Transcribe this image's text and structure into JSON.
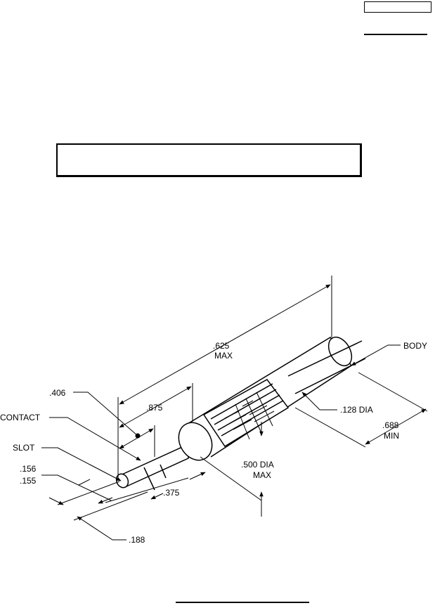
{
  "drawing": {
    "labels": {
      "overall_length": ".625",
      "overall_length_max": "MAX",
      "dim_875": ".875",
      "dim_406": ".406",
      "contact": "CONTACT",
      "slot": "SLOT",
      "dim_156": ".156",
      "dim_155": ".155",
      "dim_375": ".375",
      "dim_188": ".188",
      "dia_500": ".500 DIA",
      "dia_500_max": "MAX",
      "dia_128": ".128 DIA",
      "body": "BODY",
      "dim_688": ".688",
      "dim_688_min": "MIN"
    }
  }
}
